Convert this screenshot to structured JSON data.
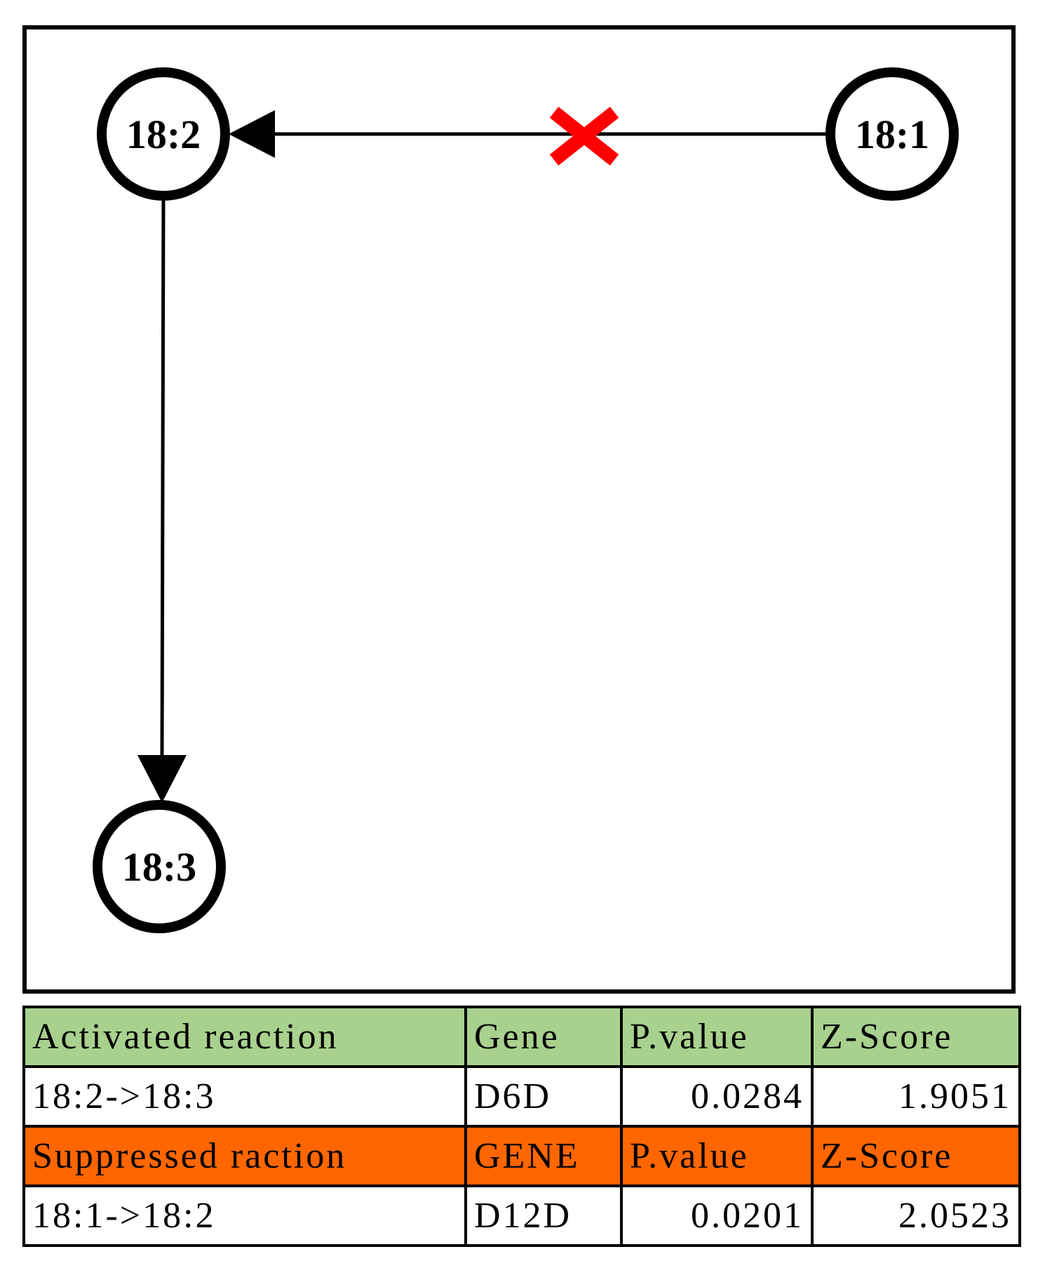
{
  "diagram": {
    "nodes": [
      {
        "id": "n182",
        "label": "18:2"
      },
      {
        "id": "n181",
        "label": "18:1"
      },
      {
        "id": "n183",
        "label": "18:3"
      }
    ],
    "edges": [
      {
        "from": "18:1",
        "to": "18:2",
        "blocked": true
      },
      {
        "from": "18:2",
        "to": "18:3",
        "blocked": false
      }
    ],
    "colors": {
      "block_marker": "#ff0000",
      "activated_header": "#a9d18e",
      "suppressed_header": "#ff6600"
    }
  },
  "table": {
    "activated": {
      "headers": [
        "Activated reaction",
        "Gene",
        "P.value",
        "Z-Score"
      ],
      "row": [
        "18:2->18:3",
        "D6D",
        "0.0284",
        "1.9051"
      ]
    },
    "suppressed": {
      "headers": [
        "Suppressed raction",
        "GENE",
        "P.value",
        "Z-Score"
      ],
      "row": [
        "18:1->18:2",
        "D12D",
        "0.0201",
        "2.0523"
      ]
    }
  }
}
